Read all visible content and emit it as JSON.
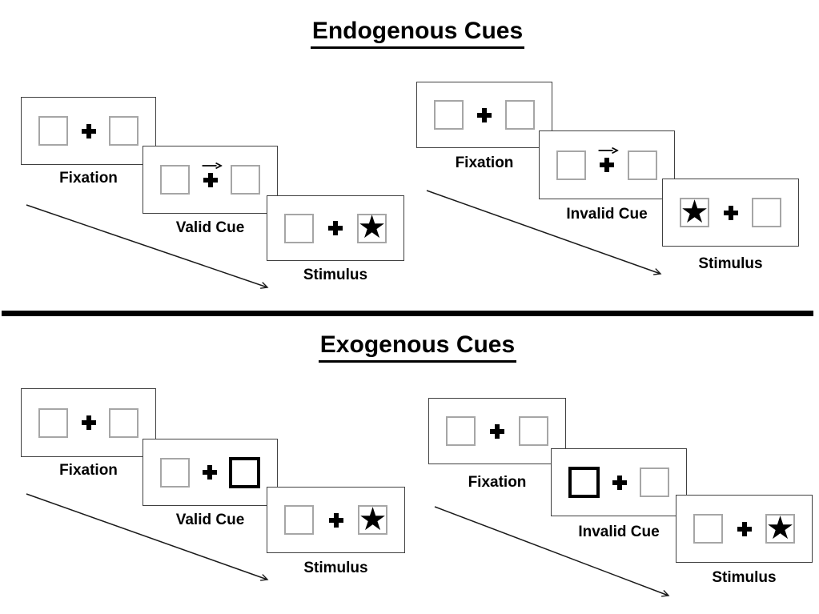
{
  "glyphs": {
    "star": "★"
  },
  "colors": {
    "background": "#ffffff",
    "line": "#000000",
    "panel_border": "#404040",
    "placeholder_box_border": "#a6a6a6",
    "cue_highlight_border": "#000000",
    "text": "#000000"
  },
  "sections": [
    {
      "id": "endogenous",
      "title": "Endogenous Cues",
      "groups": [
        {
          "id": "valid",
          "panels": [
            {
              "label": "Fixation",
              "left_box": "empty",
              "center": "fixation-cross",
              "right_box": "empty"
            },
            {
              "label": "Valid Cue",
              "left_box": "empty",
              "center": "fixation-cross-with-right-arrow",
              "right_box": "empty"
            },
            {
              "label": "Stimulus",
              "left_box": "empty",
              "center": "fixation-cross",
              "right_box": "star"
            }
          ]
        },
        {
          "id": "invalid",
          "panels": [
            {
              "label": "Fixation",
              "left_box": "empty",
              "center": "fixation-cross",
              "right_box": "empty"
            },
            {
              "label": "Invalid Cue",
              "left_box": "empty",
              "center": "fixation-cross-with-right-arrow",
              "right_box": "empty"
            },
            {
              "label": "Stimulus",
              "left_box": "star",
              "center": "fixation-cross",
              "right_box": "empty"
            }
          ]
        }
      ]
    },
    {
      "id": "exogenous",
      "title": "Exogenous Cues",
      "groups": [
        {
          "id": "valid",
          "panels": [
            {
              "label": "Fixation",
              "left_box": "empty",
              "center": "fixation-cross",
              "right_box": "empty"
            },
            {
              "label": "Valid Cue",
              "left_box": "empty",
              "center": "fixation-cross",
              "right_box": "highlighted-empty"
            },
            {
              "label": "Stimulus",
              "left_box": "empty",
              "center": "fixation-cross",
              "right_box": "star"
            }
          ]
        },
        {
          "id": "invalid",
          "panels": [
            {
              "label": "Fixation",
              "left_box": "empty",
              "center": "fixation-cross",
              "right_box": "empty"
            },
            {
              "label": "Invalid Cue",
              "left_box": "highlighted-empty",
              "center": "fixation-cross",
              "right_box": "empty"
            },
            {
              "label": "Stimulus",
              "left_box": "empty",
              "center": "fixation-cross",
              "right_box": "star"
            }
          ]
        }
      ]
    }
  ]
}
